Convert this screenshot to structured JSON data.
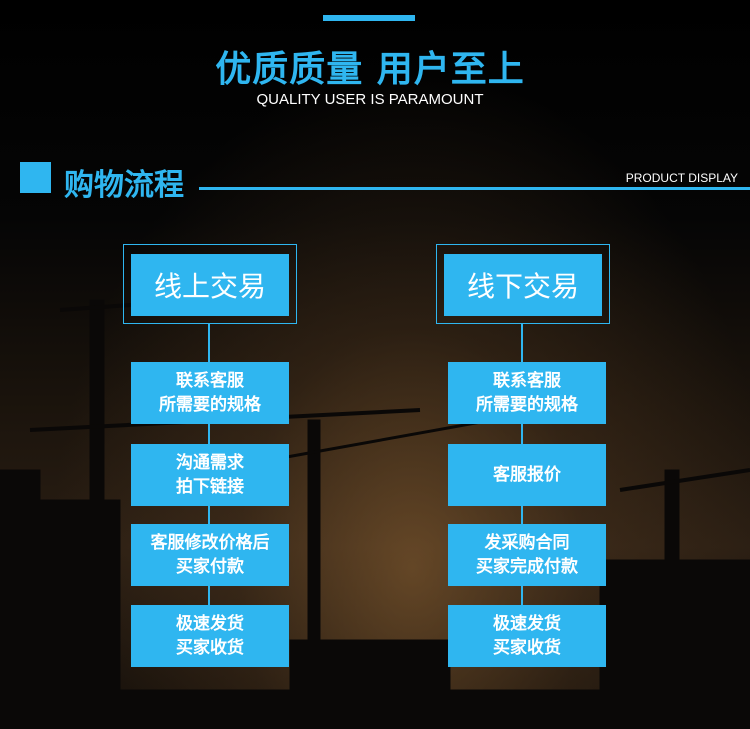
{
  "header": {
    "title": "优质质量 用户至上",
    "subtitle": "QUALITY USER IS PARAMOUNT"
  },
  "section": {
    "title": "购物流程",
    "tag": "PRODUCT DISPLAY"
  },
  "columns": [
    {
      "heading": "线上交易",
      "steps": [
        {
          "line1": "联系客服",
          "line2": "所需要的规格"
        },
        {
          "line1": "沟通需求",
          "line2": "拍下链接"
        },
        {
          "line1": "客服修改价格后",
          "line2": "买家付款"
        },
        {
          "line1": "极速发货",
          "line2": "买家收货"
        }
      ]
    },
    {
      "heading": "线下交易",
      "steps": [
        {
          "line1": "联系客服",
          "line2": "所需要的规格"
        },
        {
          "line1": "客服报价",
          "line2": ""
        },
        {
          "line1": "发采购合同",
          "line2": "买家完成付款"
        },
        {
          "line1": "极速发货",
          "line2": "买家收货"
        }
      ]
    }
  ],
  "colors": {
    "accent": "#2fb6f0",
    "text": "#ffffff",
    "background": "#050505"
  }
}
